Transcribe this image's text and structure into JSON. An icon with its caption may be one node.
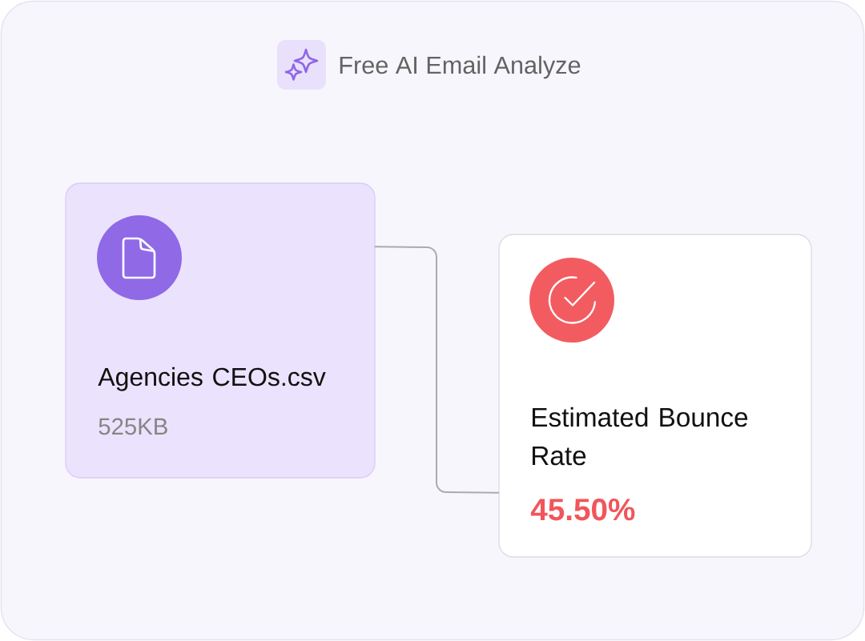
{
  "diagram": {
    "title": "Free AI Email Analyze",
    "nodes": [
      {
        "text": [
          "Agencies CEOs.csv",
          "525KB"
        ]
      },
      {
        "text": [
          "Estimated Bounce Rate",
          "45.50%"
        ]
      }
    ],
    "edges": [
      {
        "from": 0,
        "to": 1,
        "arrow": "none"
      }
    ]
  }
}
